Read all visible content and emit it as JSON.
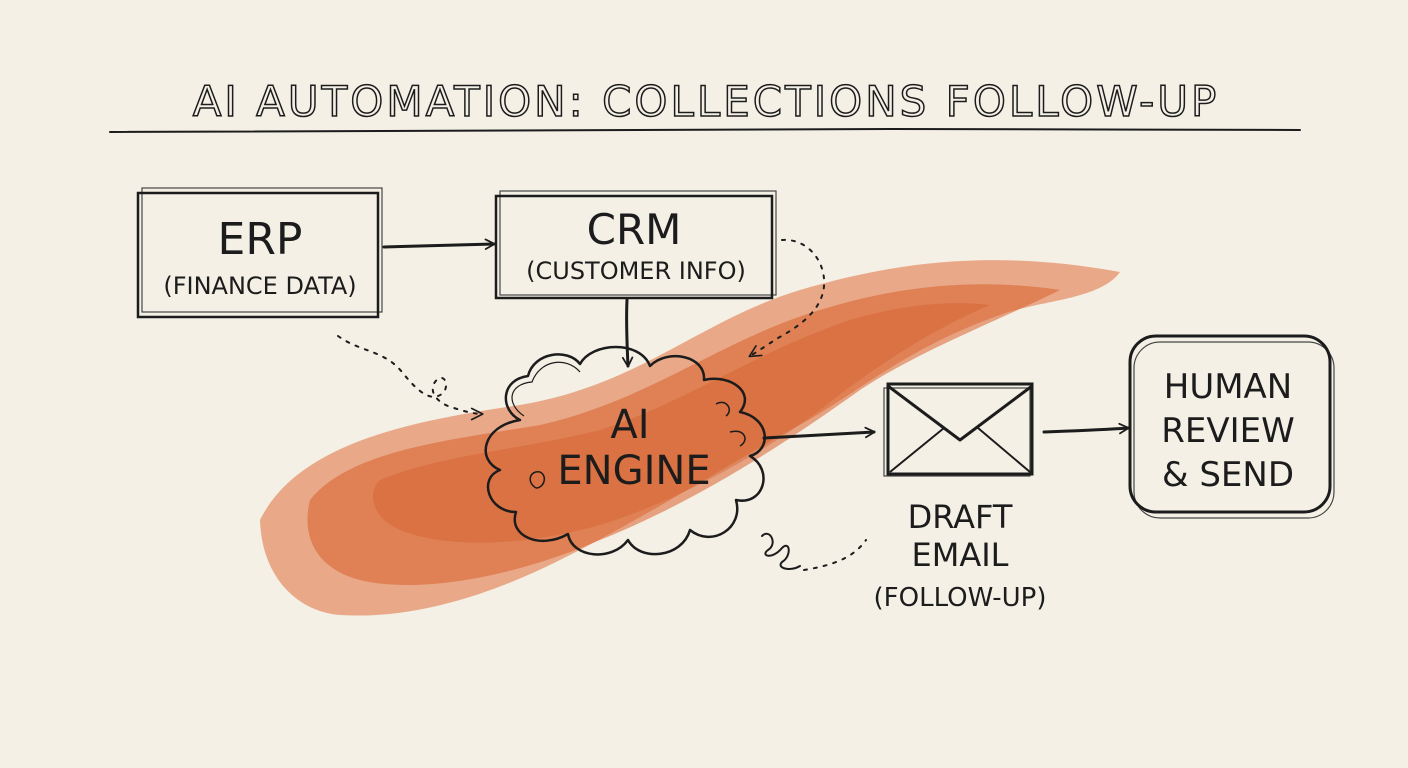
{
  "title": "AI AUTOMATION: COLLECTIONS FOLLOW-UP",
  "nodes": {
    "erp": {
      "name": "ERP",
      "sub": "(FINANCE DATA)"
    },
    "crm": {
      "name": "CRM",
      "sub": "(CUSTOMER INFO)"
    },
    "ai_engine": {
      "line1": "AI",
      "line2": "ENGINE"
    },
    "draft_email": {
      "line1": "DRAFT",
      "line2": "EMAIL",
      "line3": "(FOLLOW-UP)"
    },
    "human_review": {
      "line1": "HUMAN",
      "line2": "REVIEW",
      "line3": "& SEND"
    }
  },
  "colors": {
    "paper": "#f4f0e6",
    "ink": "#1c1c1c",
    "watercolor": "#e0703a"
  }
}
